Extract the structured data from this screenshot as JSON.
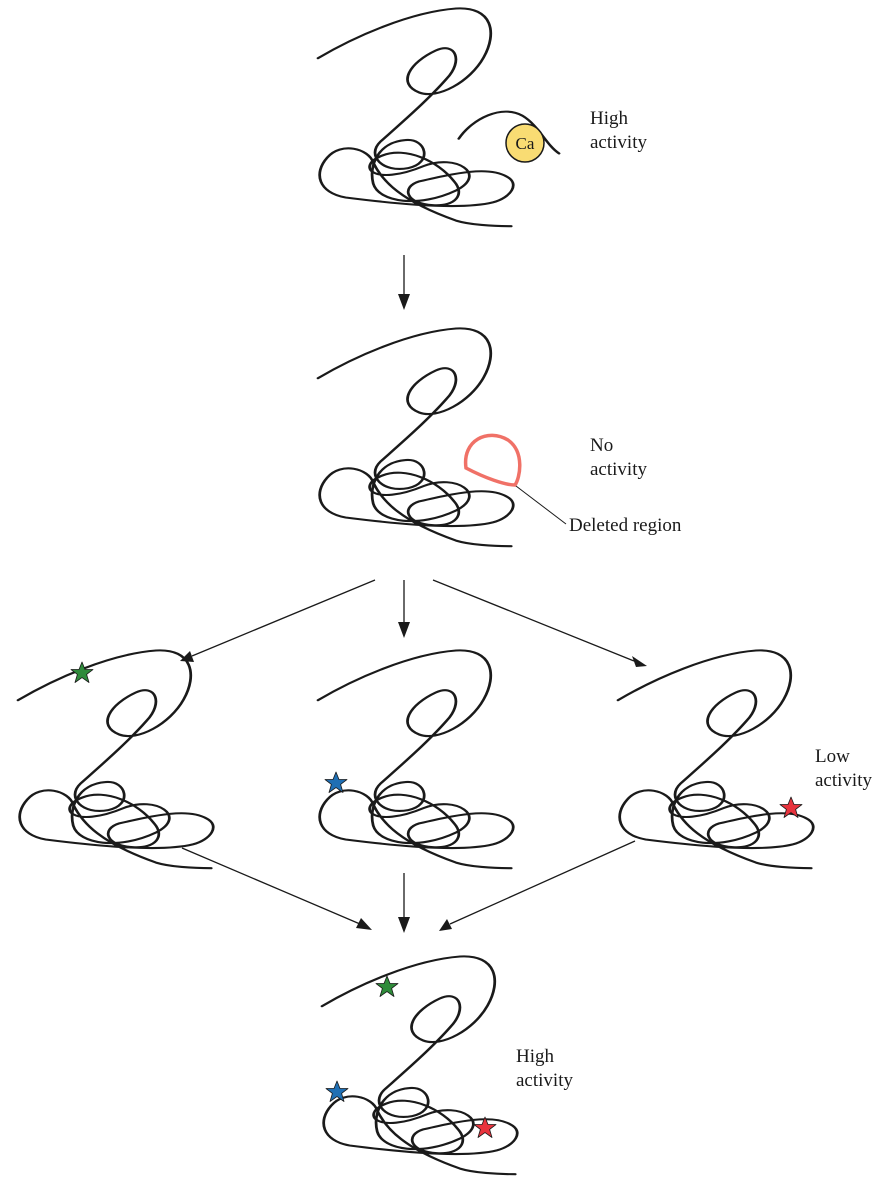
{
  "labels": {
    "top_state": [
      "High",
      "activity"
    ],
    "calcium": "Ca",
    "deleted_state": [
      "No",
      "activity"
    ],
    "deleted_region": "Deleted region",
    "mutant_state": [
      "Low",
      "activity"
    ],
    "combined_state": [
      "High",
      "activity"
    ]
  },
  "colors": {
    "chain": "#1a1a1a",
    "calcium_fill": "#f9dc73",
    "deleted_region": "#f07167",
    "mutation_green": "#2e8b3a",
    "mutation_blue": "#1f6fb4",
    "mutation_red": "#e8333d"
  },
  "icons": [
    "calcium-ion-icon",
    "star-mutation-icon",
    "down-arrow-icon"
  ]
}
